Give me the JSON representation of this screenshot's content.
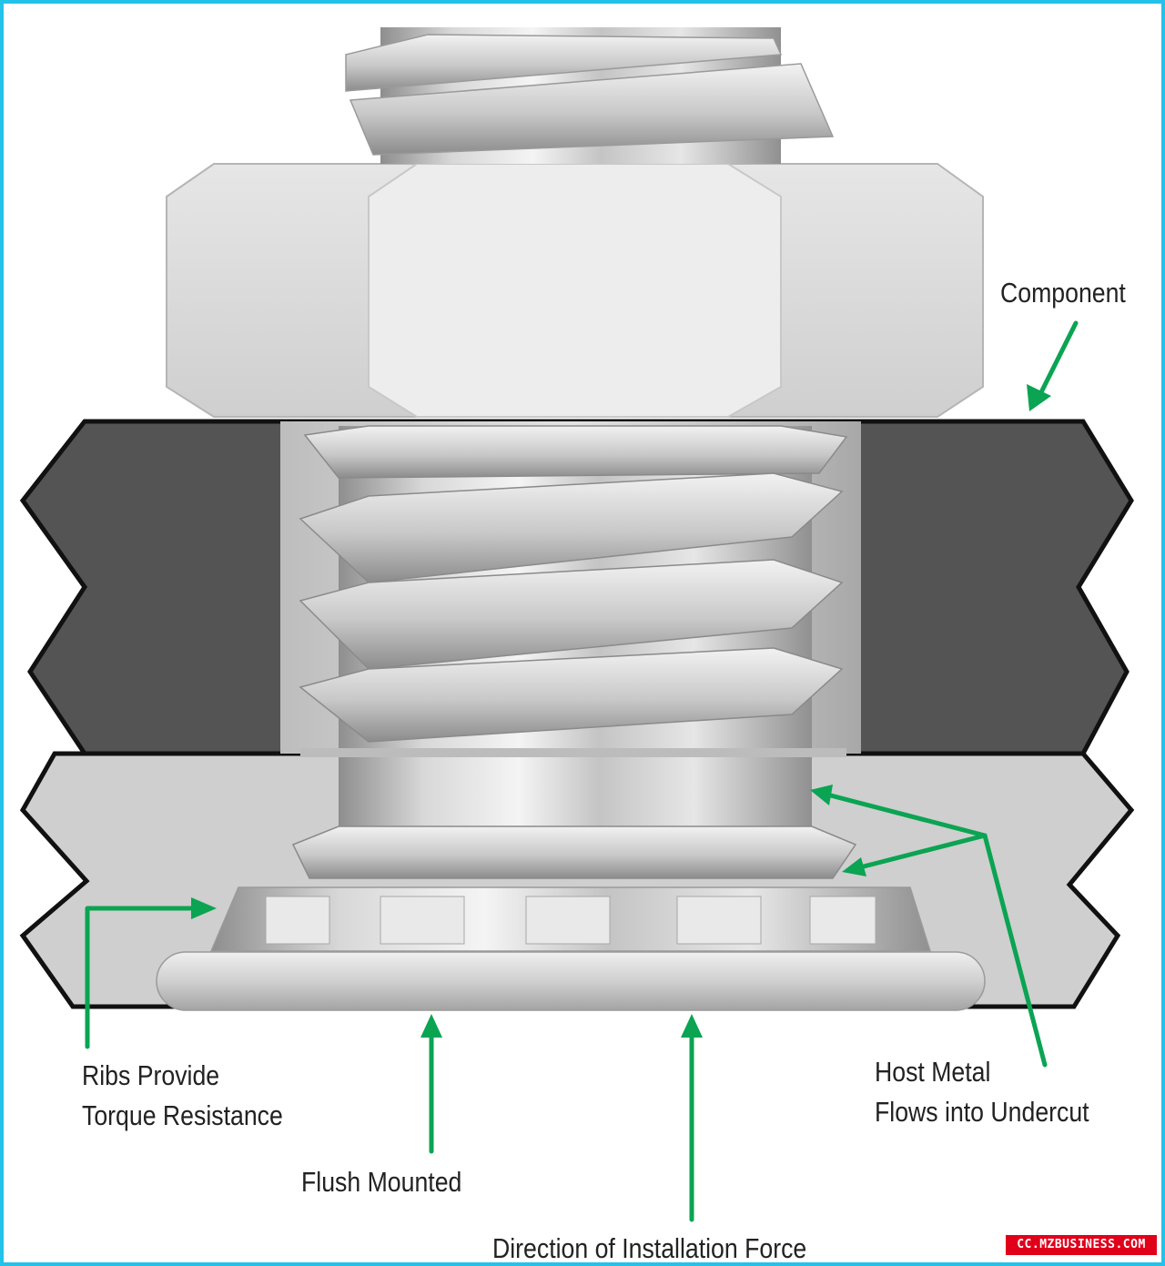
{
  "labels": {
    "component": "Component",
    "ribs_line1": "Ribs Provide",
    "ribs_line2": "Torque Resistance",
    "host_line1": "Host Metal",
    "host_line2": "Flows into Undercut",
    "flush": "Flush Mounted",
    "direction": "Direction of Installation Force"
  },
  "watermark": "CC.MZBUSINESS.COM",
  "colors": {
    "frame": "#23c2e8",
    "arrow": "#0aa452",
    "component_plate": "#545454",
    "host_plate": "#cfcfcf",
    "watermark_bg": "#e0001a"
  },
  "icons": {
    "arrowhead": "triangle-arrowhead"
  }
}
